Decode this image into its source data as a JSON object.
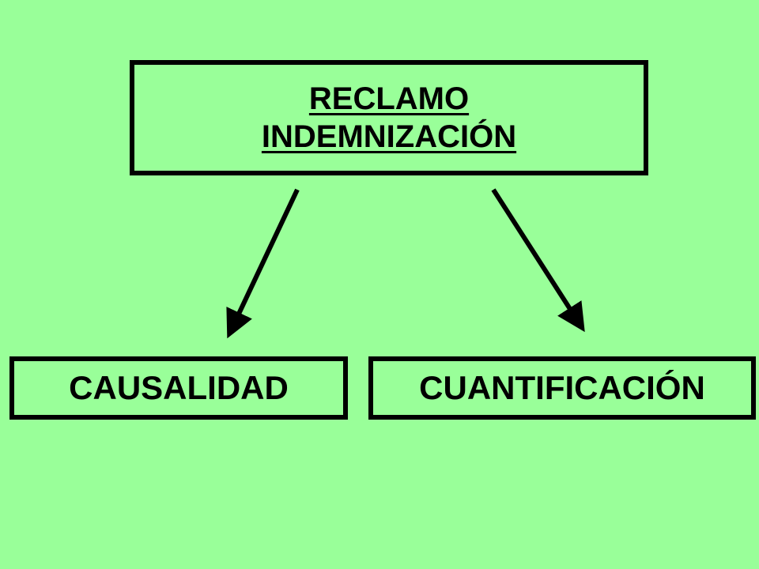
{
  "diagram": {
    "root": {
      "lines": [
        "RECLAMO",
        "INDEMNIZACIÓN"
      ]
    },
    "children": [
      {
        "label": "CAUSALIDAD"
      },
      {
        "label": "CUANTIFICACIÓN"
      }
    ],
    "colors": {
      "background": "#99ff99",
      "border": "#000000",
      "text": "#000000",
      "arrow": "#000000"
    }
  }
}
